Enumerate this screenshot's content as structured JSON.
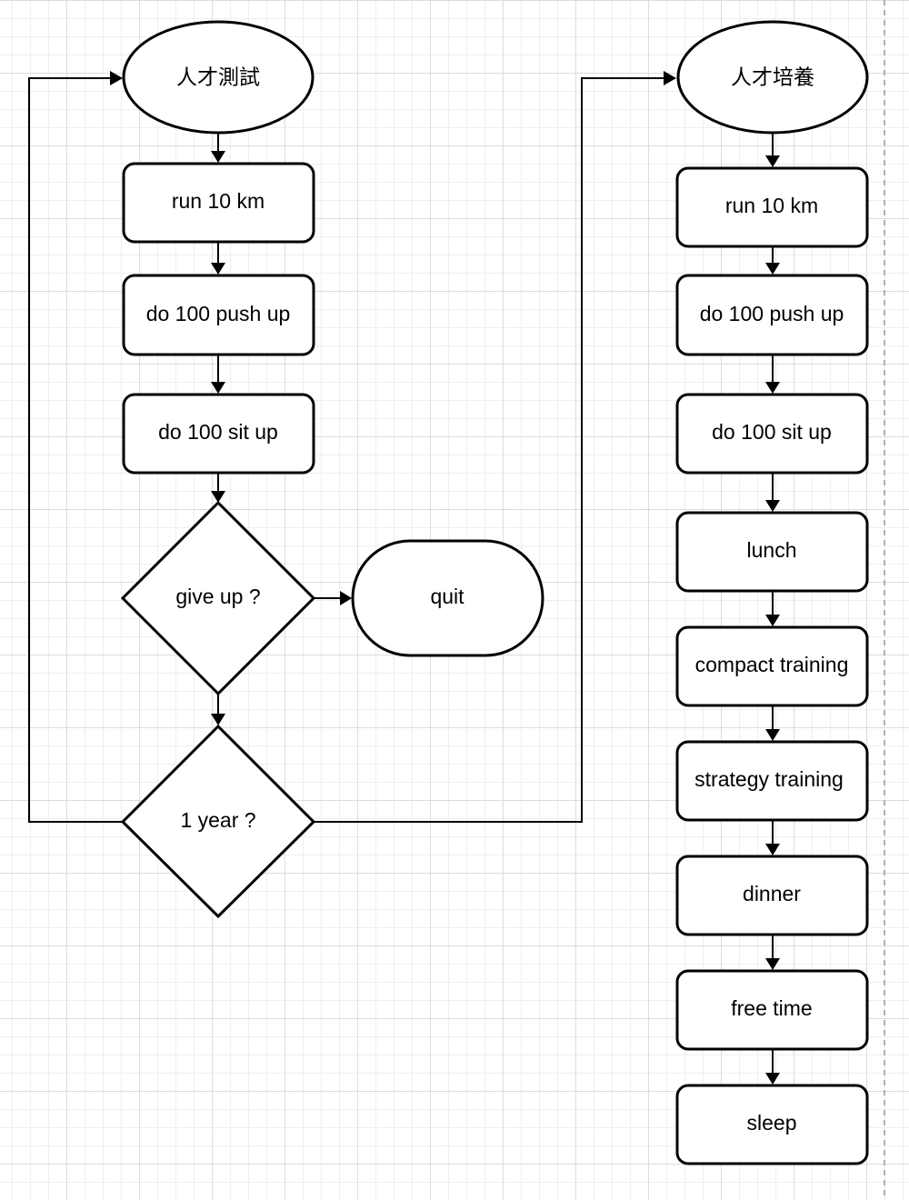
{
  "left_flow": {
    "start": "人才測試",
    "steps": [
      "run 10 km",
      "do 100 push up",
      "do 100 sit up"
    ],
    "decision_give_up": "give up ?",
    "terminal_quit": "quit",
    "decision_year": "1 year ?"
  },
  "right_flow": {
    "start": "人才培養",
    "steps": [
      "run 10 km",
      "do 100 push up",
      "do 100 sit up",
      "lunch",
      "compact training",
      "strategy training",
      "dinner",
      "free time",
      "sleep"
    ]
  }
}
